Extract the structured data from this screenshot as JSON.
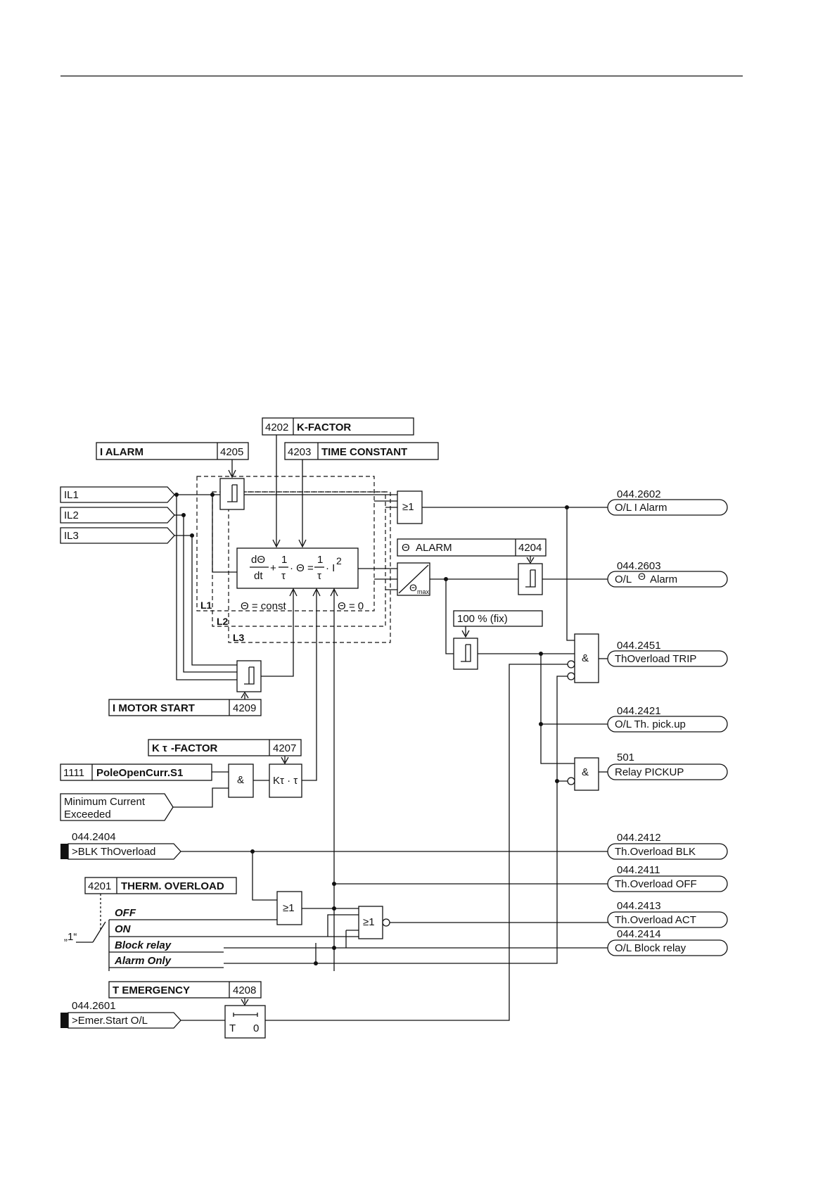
{
  "settings": {
    "k_factor": {
      "addr": "4202",
      "name": "K-FACTOR"
    },
    "time_constant": {
      "addr": "4203",
      "name": "TIME CONSTANT"
    },
    "i_alarm": {
      "name": "I ALARM",
      "addr": "4205"
    },
    "theta_alarm": {
      "name": "ALARM",
      "symbol": "Θ",
      "addr": "4204"
    },
    "fix_100": {
      "name": "100 % (fix)"
    },
    "i_motor_start": {
      "name": "I MOTOR START",
      "addr": "4209"
    },
    "k_tau_factor": {
      "name": "-FACTOR",
      "prefix": "K τ",
      "addr": "4207"
    },
    "pole_open": {
      "addr": "1111",
      "name": "PoleOpenCurr.S1"
    },
    "therm_overload": {
      "addr": "4201",
      "name": "THERM. OVERLOAD"
    },
    "t_emergency": {
      "name": "T EMERGENCY",
      "addr": "4208"
    }
  },
  "inputs": {
    "il1": "IL1",
    "il2": "IL2",
    "il3": "IL3",
    "min_current_1": "Minimum Current",
    "min_current_2": "Exceeded",
    "blk_addr": "044.2404",
    "blk_label": ">BLK ThOverload",
    "emer_addr": "044.2601",
    "emer_label": ">Emer.Start O/L"
  },
  "thermal": {
    "eq_num1": "dΘ",
    "eq_den1": "dt",
    "eq_plus": "+",
    "eq_num2": "1",
    "eq_den2": "τ",
    "eq_mid": "· Θ =",
    "eq_num3": "1",
    "eq_den3": "τ",
    "eq_tail": "· I",
    "eq_exp": "2",
    "theta_const": "Θ = const",
    "theta_zero": "Θ = 0",
    "l1": "L1",
    "l2": "L2",
    "l3": "L3",
    "theta_max": "Θ",
    "theta_max_sub": "max",
    "k_tau_block": "Kτ · τ"
  },
  "gates": {
    "or": "≥1",
    "and": "&"
  },
  "switch": {
    "one": "„1“",
    "off": "OFF",
    "on": "ON",
    "block_relay": "Block relay",
    "alarm_only": "Alarm Only"
  },
  "timer": {
    "t": "T",
    "zero": "0"
  },
  "outputs": [
    {
      "addr": "044.2602",
      "label": "O/L I Alarm"
    },
    {
      "addr": "044.2603",
      "label": "O/L",
      "symbol": "Θ",
      "label2": "Alarm"
    },
    {
      "addr": "044.2451",
      "label": "ThOverload TRIP"
    },
    {
      "addr": "044.2421",
      "label": "O/L Th. pick.up"
    },
    {
      "addr": "501",
      "label": "Relay PICKUP"
    },
    {
      "addr": "044.2412",
      "label": "Th.Overload BLK"
    },
    {
      "addr": "044.2411",
      "label": "Th.Overload OFF"
    },
    {
      "addr": "044.2413",
      "label": "Th.Overload ACT"
    },
    {
      "addr": "044.2414",
      "label": "O/L Block relay"
    }
  ]
}
